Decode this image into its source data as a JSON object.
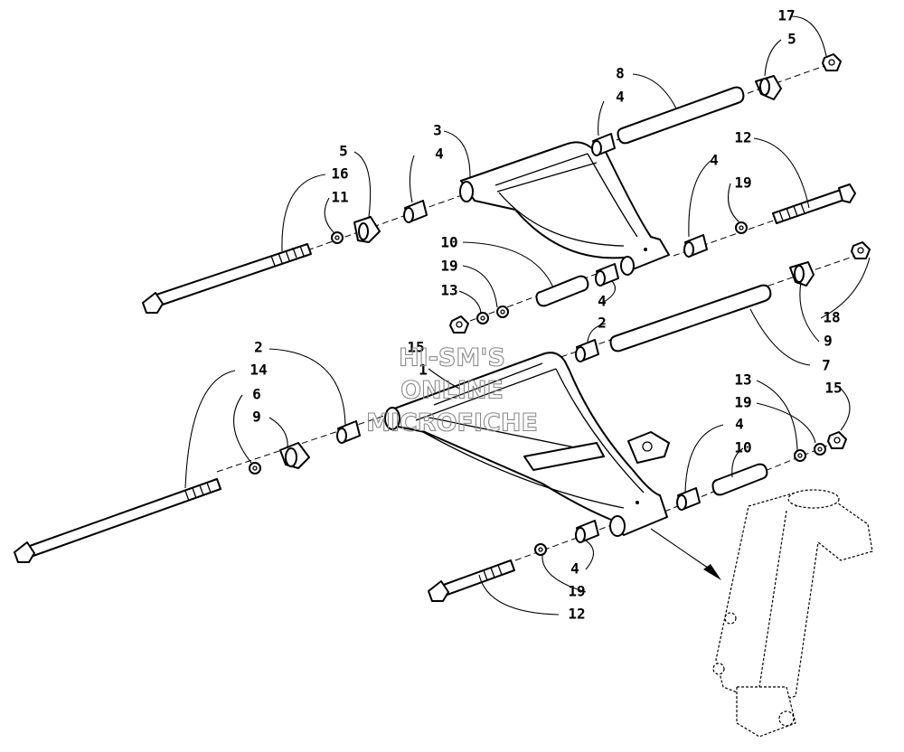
{
  "watermark": {
    "line1": "HI-SM'S",
    "line2": "ONLINE",
    "line3": "MICROFICHE"
  },
  "part_labels": {
    "l1": "1",
    "l2a": "2",
    "l2b": "2",
    "l3": "3",
    "l4a": "4",
    "l4b": "4",
    "l4c": "4",
    "l4d": "4",
    "l4e": "4",
    "l4f": "4",
    "l5a": "5",
    "l5b": "5",
    "l6": "6",
    "l7": "7",
    "l8": "8",
    "l9a": "9",
    "l9b": "9",
    "l10a": "10",
    "l10b": "10",
    "l11": "11",
    "l12a": "12",
    "l12b": "12",
    "l13a": "13",
    "l13b": "13",
    "l14": "14",
    "l15a": "15",
    "l15b": "15",
    "l16": "16",
    "l17": "17",
    "l18": "18",
    "l19a": "19",
    "l19b": "19",
    "l19c": "19",
    "l19d": "19"
  }
}
